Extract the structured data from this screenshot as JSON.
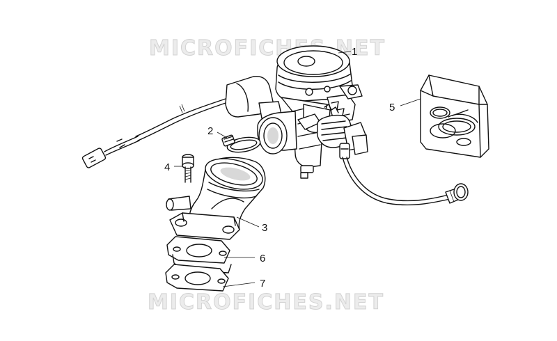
{
  "watermark_text": "MICROFICHES.NET",
  "callouts": [
    {
      "id": "c1",
      "label": "1"
    },
    {
      "id": "c2",
      "label": "2"
    },
    {
      "id": "c3",
      "label": "3"
    },
    {
      "id": "c4",
      "label": "4"
    },
    {
      "id": "c5",
      "label": "5"
    },
    {
      "id": "c6",
      "label": "6"
    },
    {
      "id": "c7",
      "label": "7"
    }
  ]
}
